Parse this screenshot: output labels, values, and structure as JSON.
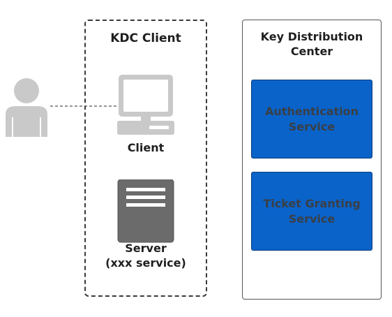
{
  "client_group": {
    "title": "KDC Client",
    "client": {
      "label": "Client",
      "icon": "computer-icon"
    },
    "server": {
      "label_line1": "Server",
      "label_line2": "(xxx service)",
      "icon": "server-icon"
    }
  },
  "user": {
    "icon": "user-icon"
  },
  "kdc": {
    "title_line1": "Key Distribution",
    "title_line2": "Center",
    "authentication_service": {
      "line1": "Authentication",
      "line2": "Service"
    },
    "ticket_granting_service": {
      "line1": "Ticket Granting",
      "line2": "Service"
    }
  },
  "colors": {
    "service_fill": "#0a63c9",
    "icon_gray": "#c9c9c9",
    "server_gray": "#6b6b6b"
  }
}
